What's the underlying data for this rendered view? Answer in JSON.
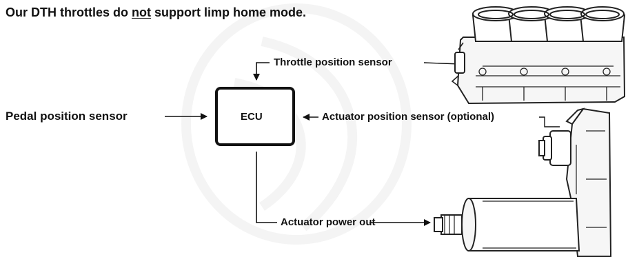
{
  "heading": {
    "prefix": "Our DTH throttles do ",
    "underlined": "not",
    "suffix": " support limp home mode."
  },
  "labels": {
    "ecu": "ECU",
    "pedal_sensor": "Pedal position sensor",
    "throttle_sensor": "Throttle position sensor",
    "actuator_sensor": "Actuator position sensor (optional)",
    "actuator_power": "Actuator power out"
  },
  "colors": {
    "line": "#111111",
    "watermark": "#eeeeee"
  },
  "icons": [
    "watermark-logo",
    "throttle-body-illustration",
    "actuator-motor-illustration"
  ]
}
